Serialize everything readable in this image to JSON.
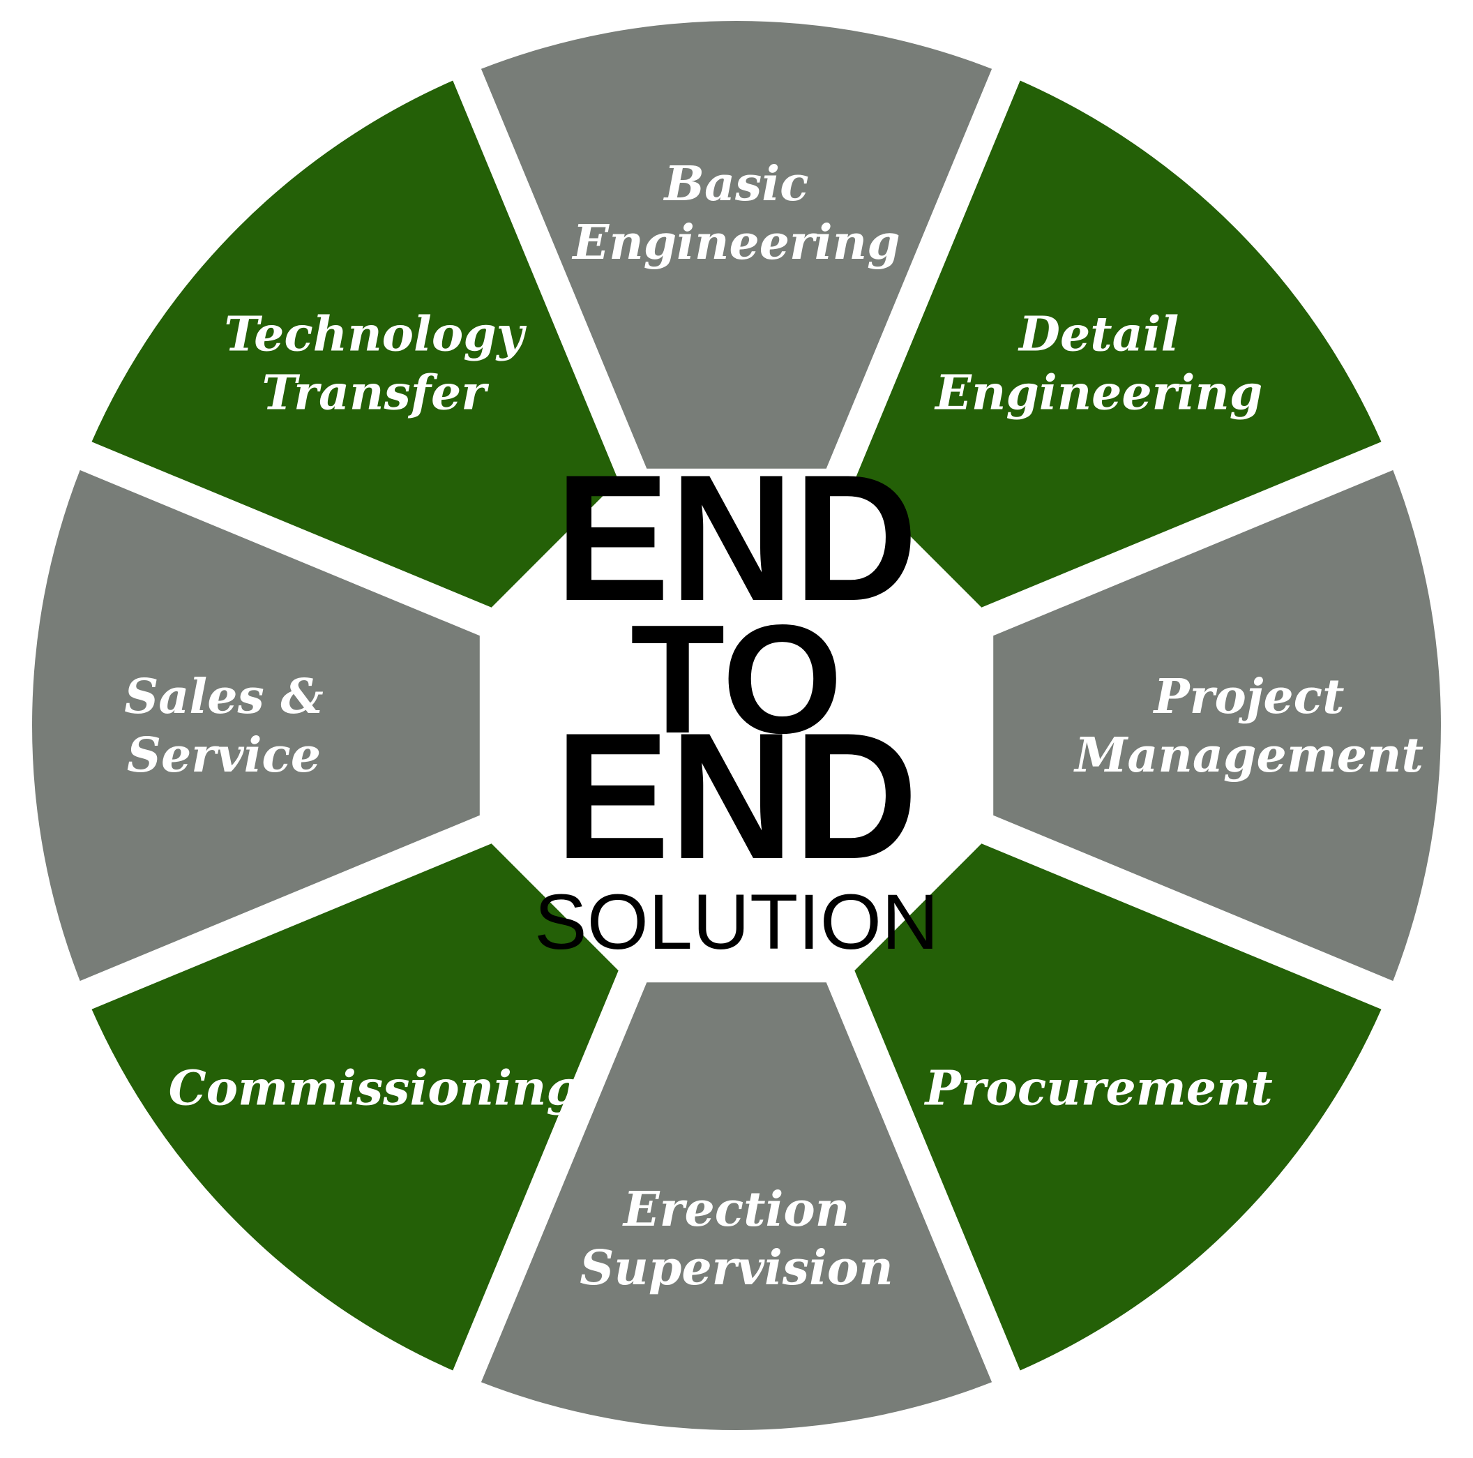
{
  "center": {
    "line1": "END",
    "line2": "TO",
    "line3": "END",
    "line4": "SOLUTION"
  },
  "colors": {
    "green": "#246007",
    "gray": "#787d78",
    "background": "#ffffff",
    "center_text": "#000000",
    "label_text": "#ffffff"
  },
  "segments": [
    {
      "name": "basic-engineering",
      "color": "gray",
      "lines": [
        "Basic",
        "Engineering"
      ]
    },
    {
      "name": "detail-engineering",
      "color": "green",
      "lines": [
        "Detail",
        "Engineering"
      ]
    },
    {
      "name": "project-management",
      "color": "gray",
      "lines": [
        "Project",
        "Management"
      ]
    },
    {
      "name": "procurement",
      "color": "green",
      "lines": [
        "Procurement"
      ]
    },
    {
      "name": "erection-supervision",
      "color": "gray",
      "lines": [
        "Erection",
        "Supervision"
      ]
    },
    {
      "name": "commissioning",
      "color": "green",
      "lines": [
        "Commissioning"
      ]
    },
    {
      "name": "sales-service",
      "color": "gray",
      "lines": [
        "Sales &",
        "Service"
      ]
    },
    {
      "name": "technology-transfer",
      "color": "green",
      "lines": [
        "Technology",
        "Transfer"
      ]
    }
  ]
}
